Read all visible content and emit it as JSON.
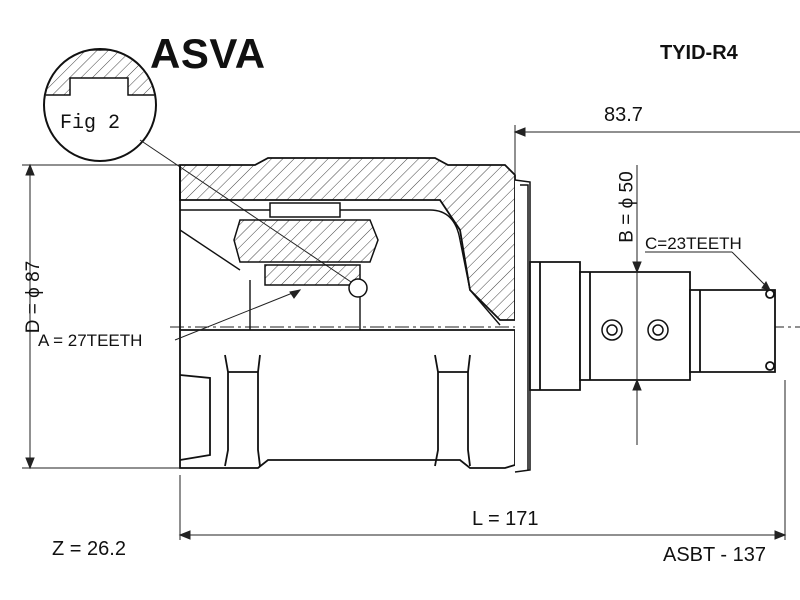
{
  "header": {
    "brand": "ASVA",
    "part_number": "TYID-R4"
  },
  "dimensions": {
    "overall_length_top": "83.7",
    "length_l": "L = 171",
    "diameter_d": "D = ϕ 87",
    "diameter_b": "B = ϕ 50",
    "teeth_a": "A = 27TEETH",
    "teeth_c": "C=23TEETH",
    "z_value": "Z = 26.2"
  },
  "detail": {
    "fig_label": "Fig 2"
  },
  "footer": {
    "code": "ASBT - 137"
  }
}
